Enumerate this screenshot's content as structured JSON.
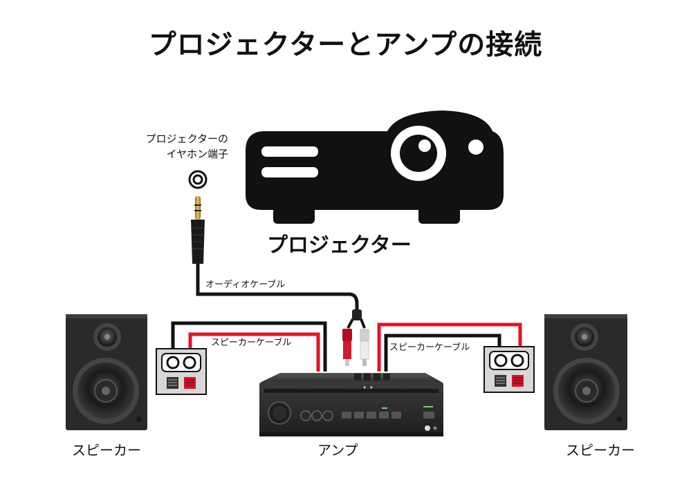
{
  "title": "プロジェクターとアンプの接続",
  "labels": {
    "earphone_jack_line1": "プロジェクターの",
    "earphone_jack_line2": "イヤホン端子",
    "projector": "プロジェクター",
    "audio_cable": "オーディオケーブル",
    "speaker_cable_left": "スピーカーケーブル",
    "speaker_cable_right": "スピーカーケーブル",
    "speaker_left": "スピーカー",
    "amp": "アンプ",
    "speaker_right": "スピーカー"
  },
  "colors": {
    "cable_red": "#e8102a",
    "cable_black": "#111111",
    "speaker_body": "#2a2a2a",
    "amp_body": "#2b2b2b",
    "projector": "#111111"
  },
  "icons": [
    "projector-icon",
    "earphone-jack-icon",
    "mini-plug-icon",
    "rca-plug-icon",
    "speaker-icon",
    "amplifier-icon",
    "speaker-terminal-icon"
  ]
}
